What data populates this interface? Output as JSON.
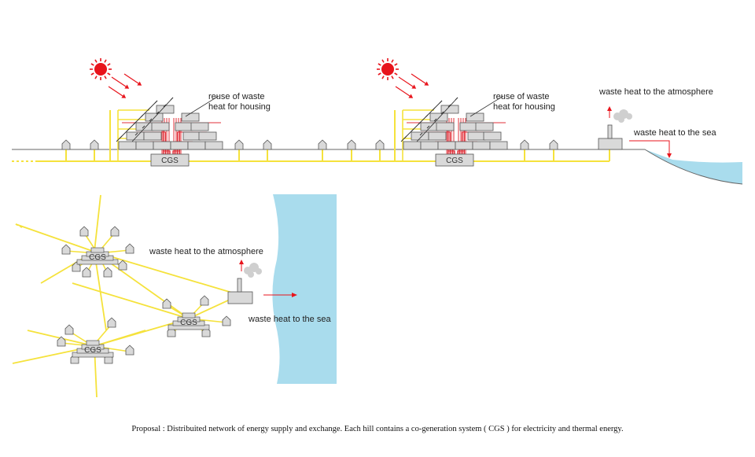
{
  "labels": {
    "reuse_heat_1": [
      "reuse of waste",
      "heat for housing"
    ],
    "reuse_heat_2": [
      "reuse of waste",
      "heat for housing"
    ],
    "atmosphere_top": "waste heat to the atmosphere",
    "sea_top": "waste heat to the sea",
    "atmosphere_bottom": "waste heat to the atmosphere",
    "sea_bottom": "waste heat to the sea",
    "cgs": "CGS"
  },
  "caption": "Proposal : Distribuited network of energy supply and exchange. Each hill contains a co-generation system ( CGS ) for electricity and thermal energy.",
  "colors": {
    "network_line": "#f5e23c",
    "heat_line": "#e0303a",
    "sun": "#e8141c",
    "arrow": "#e8141c",
    "building_fill": "#d9d9d9",
    "building_stroke": "#555555",
    "sea": "#a9dced",
    "smoke": "#cfcfcf"
  }
}
